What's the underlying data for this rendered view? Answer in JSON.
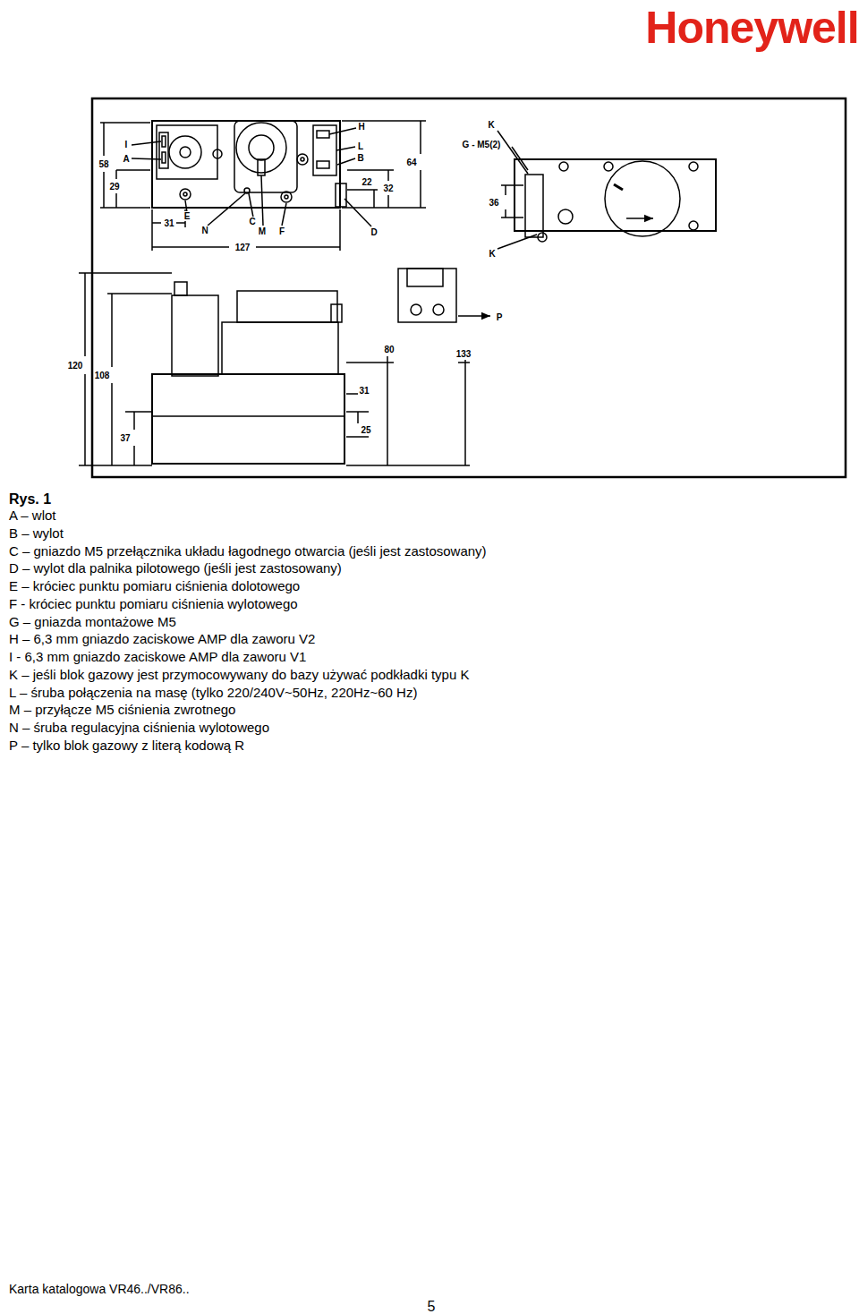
{
  "diagram": {
    "caption": "Rys. 1",
    "labels": [
      "Honeywell",
      "I",
      "A",
      "58",
      "29",
      "E",
      "31",
      "N",
      "C",
      "M",
      "F",
      "127",
      "H",
      "L",
      "B",
      "22",
      "32",
      "64",
      "D",
      "K",
      "G - M5(2)",
      "36",
      "K",
      "P",
      "120",
      "108",
      "37",
      "80",
      "133",
      "31",
      "25",
      "A – wlot",
      "B – wylot",
      "C – gniazdo M5 przełącznika układu łagodnego otwarcia (jeśli jest zastosowany)",
      "D – wylot dla palnika pilotowego (jeśli jest zastosowany)",
      "E – króciec punktu pomiaru ciśnienia dolotowego",
      "F - króciec punktu pomiaru ciśnienia wylotowego",
      "G – gniazda montażowe M5",
      "H – 6,3 mm gniazdo zaciskowe AMP dla zaworu V2",
      "I - 6,3 mm gniazdo zaciskowe AMP dla zaworu V1",
      "K – jeśli blok gazowy jest przymocowywany do bazy używać podkładki typu K",
      "L – śruba połączenia na masę (tylko 220/240V~50Hz, 220Hz~60 Hz)",
      "M – przyłącze M5 ciśnienia zwrotnego",
      "N – śruba regulacyjna ciśnienia wylotowego",
      "P – tylko blok gazowy z literą kodową R",
      "Karta katalogowa VR46../VR86..",
      "5"
    ]
  }
}
